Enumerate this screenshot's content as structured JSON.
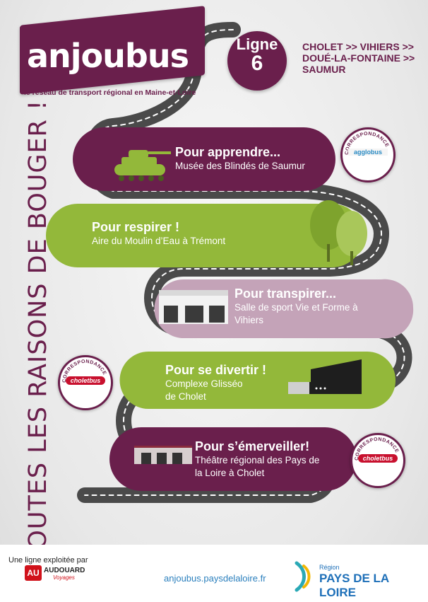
{
  "brand": {
    "name": "anjoubus",
    "tagline": "le réseau de transport régional en Maine-et-Loire",
    "color": "#6a1f4c"
  },
  "line": {
    "label": "Ligne",
    "number": "6",
    "route": [
      "CHOLET >> VIHIERS >>",
      "DOUÉ-LA-FONTAINE >>",
      "SAUMUR"
    ]
  },
  "slogan": "TOUTES LES RAISONS DE BOUGER !",
  "sections": [
    {
      "title": "Pour apprendre...",
      "subtitle": [
        "Musée des Blindés de Saumur"
      ],
      "color": "#6a1f4c",
      "icon": "tank-icon"
    },
    {
      "title": "Pour respirer !",
      "subtitle": [
        "Aire du Moulin d’Eau à Trémont"
      ],
      "color": "#93b83a",
      "icon": "tree-icon"
    },
    {
      "title": "Pour transpirer...",
      "subtitle": [
        "Salle de sport Vie et Forme à",
        "Vihiers"
      ],
      "color": "#c4a3b8",
      "icon": "gym-building-icon"
    },
    {
      "title": "Pour se divertir !",
      "subtitle": [
        "Complexe Glisséo",
        "de Cholet"
      ],
      "color": "#93b83a",
      "icon": "ice-rink-building-icon"
    },
    {
      "title": "Pour s’émerveiller!",
      "subtitle": [
        "Théâtre régional des Pays de",
        "la Loire à Cholet"
      ],
      "color": "#6a1f4c",
      "icon": "theatre-building-icon"
    }
  ],
  "correspondances": [
    {
      "label": "CORRESPONDANCE",
      "logo": "agglobus"
    },
    {
      "label": "CORRESPONDANCE",
      "logo": "choletbus"
    },
    {
      "label": "CORRESPONDANCE",
      "logo": "choletbus"
    }
  ],
  "footer": {
    "operator_label": "Une ligne exploitée par",
    "operator_logo": "AU",
    "operator_name": "AUDOUARD",
    "operator_sub": "Voyages",
    "website": "anjoubus.paysdelaloire.fr",
    "region_label": "Région",
    "region_name": "PAYS DE LA LOIRE"
  }
}
